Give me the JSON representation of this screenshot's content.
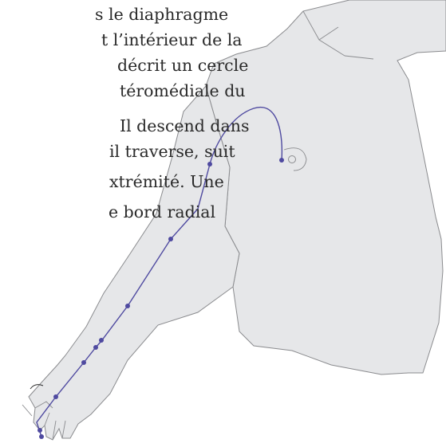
{
  "text_lines": [
    "s le diaphragme",
    "t l’intérieur de la",
    "décrit un cercle",
    "téromédiale du",
    "Il descend dans",
    "il traverse, suit",
    "xtrémité. Une",
    "e bord radial"
  ],
  "colors": {
    "body_fill": "#e6e7e9",
    "body_outline": "#8a8b8e",
    "meridian": "#4f4aa0",
    "text": "#2a2a2a",
    "background": "#ffffff"
  },
  "icons": [
    "upper-body-arm-icon",
    "nipple-icon",
    "acupoint-icon"
  ],
  "acupoint_count": 10
}
